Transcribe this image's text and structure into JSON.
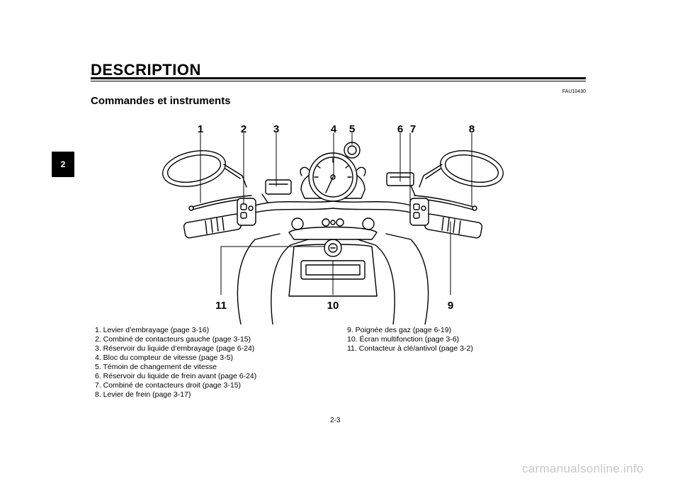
{
  "header": {
    "title": "DESCRIPTION",
    "chapter_tab": "2"
  },
  "section": {
    "code": "FAU10430",
    "title": "Commandes et instruments"
  },
  "callouts": {
    "c1": "1",
    "c2": "2",
    "c3": "3",
    "c4": "4",
    "c5": "5",
    "c6": "6",
    "c7": "7",
    "c8": "8",
    "c9": "9",
    "c10": "10",
    "c11": "11"
  },
  "legend_left": [
    "1. Levier d’embrayage (page 3-16)",
    "2. Combiné de contacteurs gauche (page 3-15)",
    "3. Réservoir du liquide d’embrayage (page 6-24)",
    "4. Bloc du compteur de vitesse (page 3-5)",
    "5. Témoin de changement de vitesse",
    "6. Réservoir du liquide de frein avant (page 6-24)",
    "7. Combiné de contacteurs droit (page 3-15)",
    "8. Levier de frein (page 3-17)"
  ],
  "legend_right": [
    "9. Poignée des gaz (page 6-19)",
    "10. Écran multifonction (page 3-6)",
    "11. Contacteur à clé/antivol (page 3-2)"
  ],
  "footer": {
    "page": "2-3",
    "watermark": "carmanualsonline.info"
  }
}
